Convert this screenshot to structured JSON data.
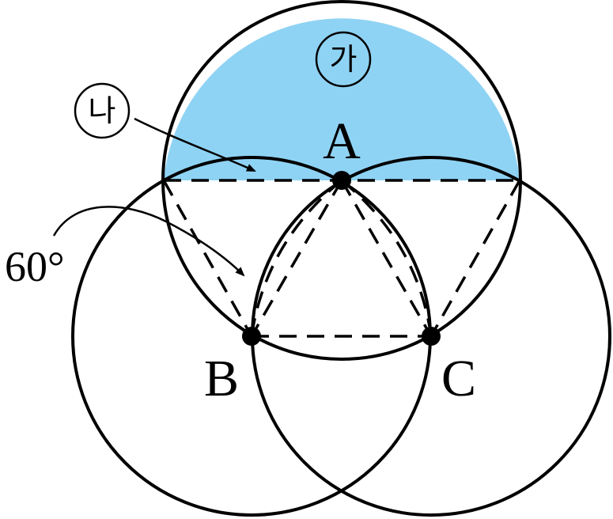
{
  "colors": {
    "shade": "#8fd3f4",
    "ink": "#000000"
  },
  "labels": {
    "region_ga": "가",
    "region_na": "나",
    "point_a": "A",
    "point_b": "B",
    "point_c": "C",
    "angle": "60°"
  }
}
